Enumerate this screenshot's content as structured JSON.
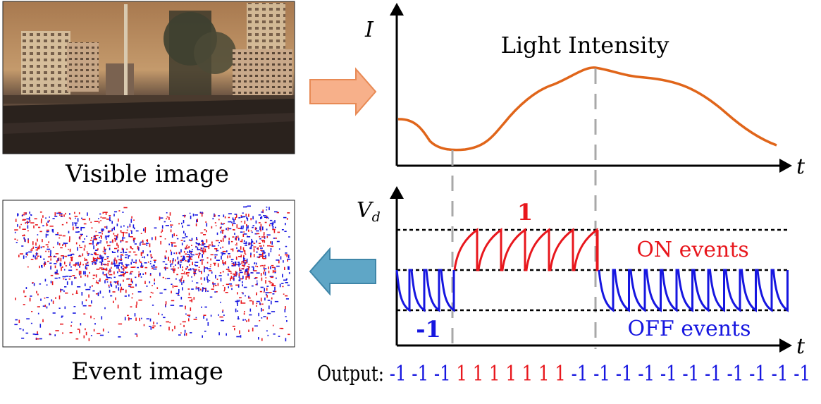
{
  "left_panel": {
    "visible_caption": "Visible image",
    "event_caption": "Event image"
  },
  "intensity_plot": {
    "y_axis_label": "I",
    "x_axis_label": "t",
    "curve_label": "Light Intensity"
  },
  "voltage_plot": {
    "y_axis_label": "V",
    "y_axis_subscript": "d",
    "x_axis_label": "t",
    "on_value_label": "1",
    "off_value_label": "-1",
    "on_events_label": "ON events",
    "off_events_label": "OFF events"
  },
  "output": {
    "label": "Output:",
    "sequence": [
      -1,
      -1,
      -1,
      1,
      1,
      1,
      1,
      1,
      1,
      1,
      -1,
      -1,
      -1,
      -1,
      -1,
      -1,
      -1,
      -1,
      -1,
      -1,
      -1
    ]
  },
  "colors": {
    "on": "#e8171d",
    "off": "#1616e0",
    "intensity_curve": "#e0651a",
    "arrow_right": "#f4a67d",
    "arrow_left": "#5fa6c6",
    "guide": "#a8a8a8"
  },
  "icons": [
    "arrow-right-icon",
    "arrow-left-icon"
  ]
}
